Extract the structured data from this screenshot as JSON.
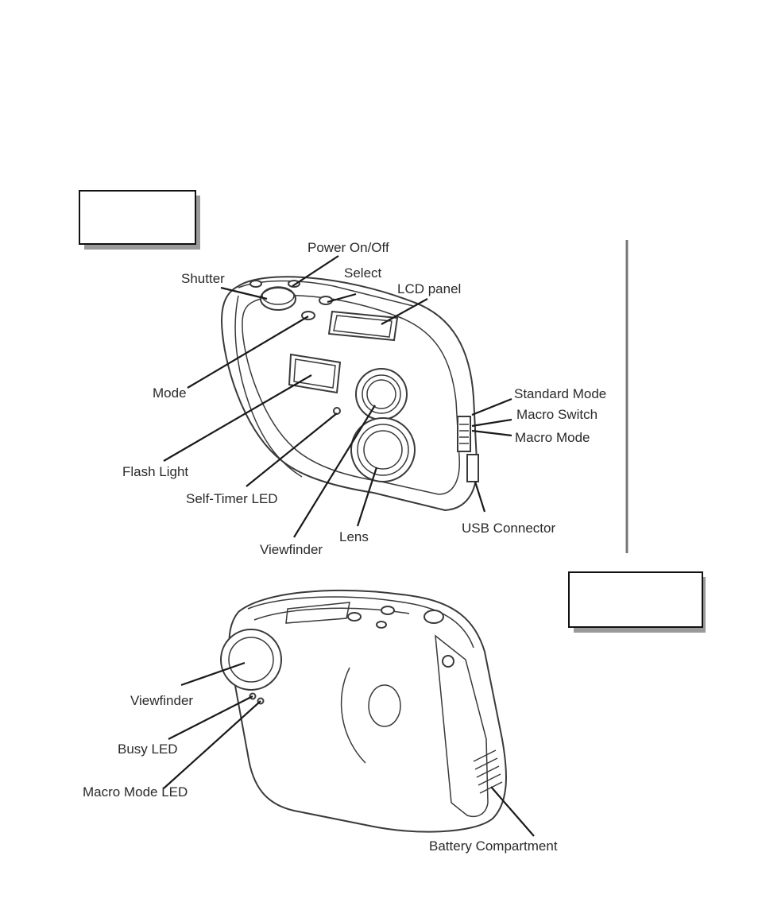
{
  "front_view": {
    "labels": {
      "power": "Power On/Off",
      "shutter": "Shutter",
      "select": "Select",
      "lcd": "LCD panel",
      "mode": "Mode",
      "standard_mode": "Standard Mode",
      "macro_switch": "Macro Switch",
      "macro_mode": "Macro Mode",
      "flash": "Flash Light",
      "self_timer": "Self-Timer LED",
      "usb": "USB Connector",
      "lens": "Lens",
      "viewfinder": "Viewfinder"
    }
  },
  "back_view": {
    "labels": {
      "viewfinder": "Viewfinder",
      "busy_led": "Busy LED",
      "macro_led": "Macro Mode LED",
      "battery": "Battery Compartment"
    }
  }
}
